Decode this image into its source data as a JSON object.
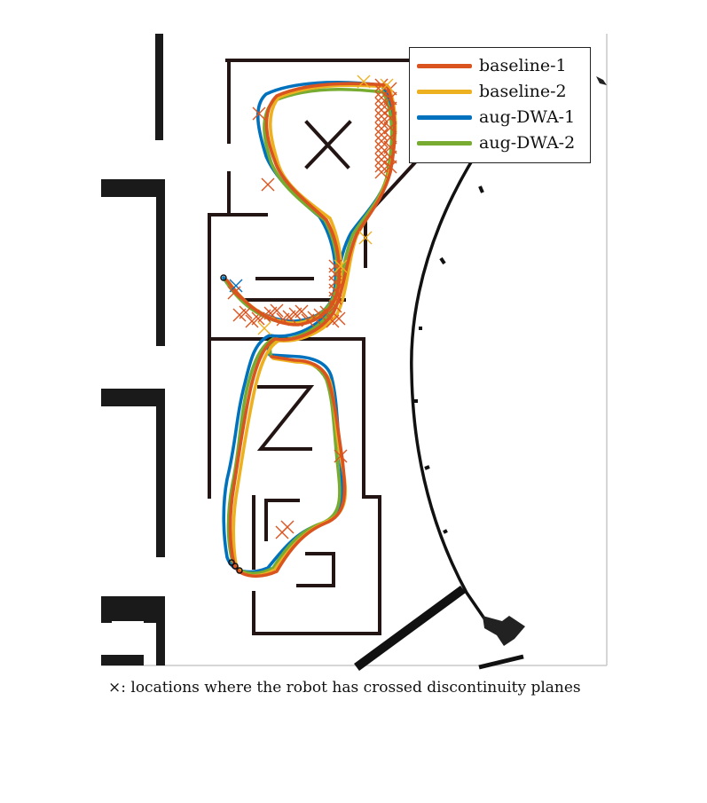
{
  "legend": [
    {
      "label": "baseline-1",
      "color": "#d9541e"
    },
    {
      "label": "baseline-2",
      "color": "#edb120"
    },
    {
      "label": "aug-DWA-1",
      "color": "#0072bd"
    },
    {
      "label": "aug-DWA-2",
      "color": "#77ac30"
    }
  ],
  "caption": "×: locations where the robot has crossed discontinuity planes",
  "colors": {
    "wall": "#1a1a1a",
    "map_background": "#ffffff"
  }
}
